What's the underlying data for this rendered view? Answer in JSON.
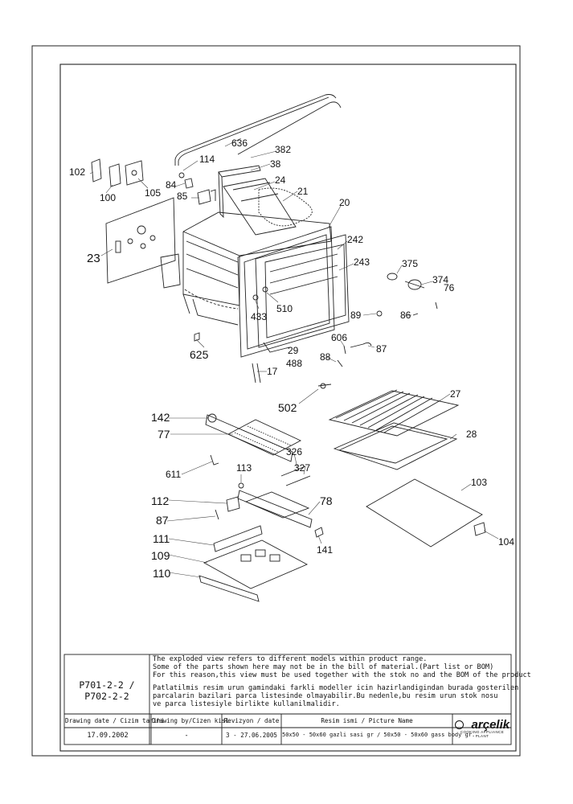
{
  "callouts": {
    "c636": "636",
    "c382": "382",
    "c114": "114",
    "c38": "38",
    "c24": "24",
    "c84": "84",
    "c85": "85",
    "c21": "21",
    "c20": "20",
    "c102": "102",
    "c100": "100",
    "c105": "105",
    "c23": "23",
    "c242": "242",
    "c243": "243",
    "c375": "375",
    "c374": "374",
    "c76": "76",
    "c433": "433",
    "c510": "510",
    "c89": "89",
    "c86": "86",
    "c606": "606",
    "c87a": "87",
    "c625": "625",
    "c29": "29",
    "c488": "488",
    "c88": "88",
    "c17": "17",
    "c502": "502",
    "c27": "27",
    "c142": "142",
    "c77": "77",
    "c28": "28",
    "c326": "326",
    "c327": "327",
    "c611": "611",
    "c113": "113",
    "c103": "103",
    "c112": "112",
    "c87b": "87",
    "c78": "78",
    "c104": "104",
    "c111": "111",
    "c141": "141",
    "c109": "109",
    "c110": "110"
  },
  "title_block": {
    "model_code": "P701-2-2 / P702-2-2",
    "notes": [
      "The exploded view refers to different models within product range.",
      "Some of the parts shown here may not be in the bill of material.(Part list or BOM)",
      "For this reason,this view must be used together with the stok no and the BOM of the product",
      "Patlatilmis resim urun gamindaki farkli modeller icin hazirlandigindan burada gosterilen",
      "parcalarin bazilari parca listesinde olmayabilir.Bu nedenle,bu resim urun stok nosu",
      "ve parca listesiyle birlikte kullanilmalidir."
    ],
    "drawing_date_label": "Drawing date / Cizim tarihi",
    "drawing_by_label": "Drawing by/Cizen kisi",
    "revision_label": "Revizyon / date",
    "picture_name_label": "Resim ismi / Picture Name",
    "drawing_date": "17.09.2002",
    "drawing_by": "-",
    "revision": "3 - 27.06.2005",
    "picture_name": "50x50 - 50x60 gazli sasi gr / 50x50 - 50x60 gass body gr.",
    "brand": "arçelik",
    "brand_sub": "COOKING APPLIANCE PLANT"
  }
}
